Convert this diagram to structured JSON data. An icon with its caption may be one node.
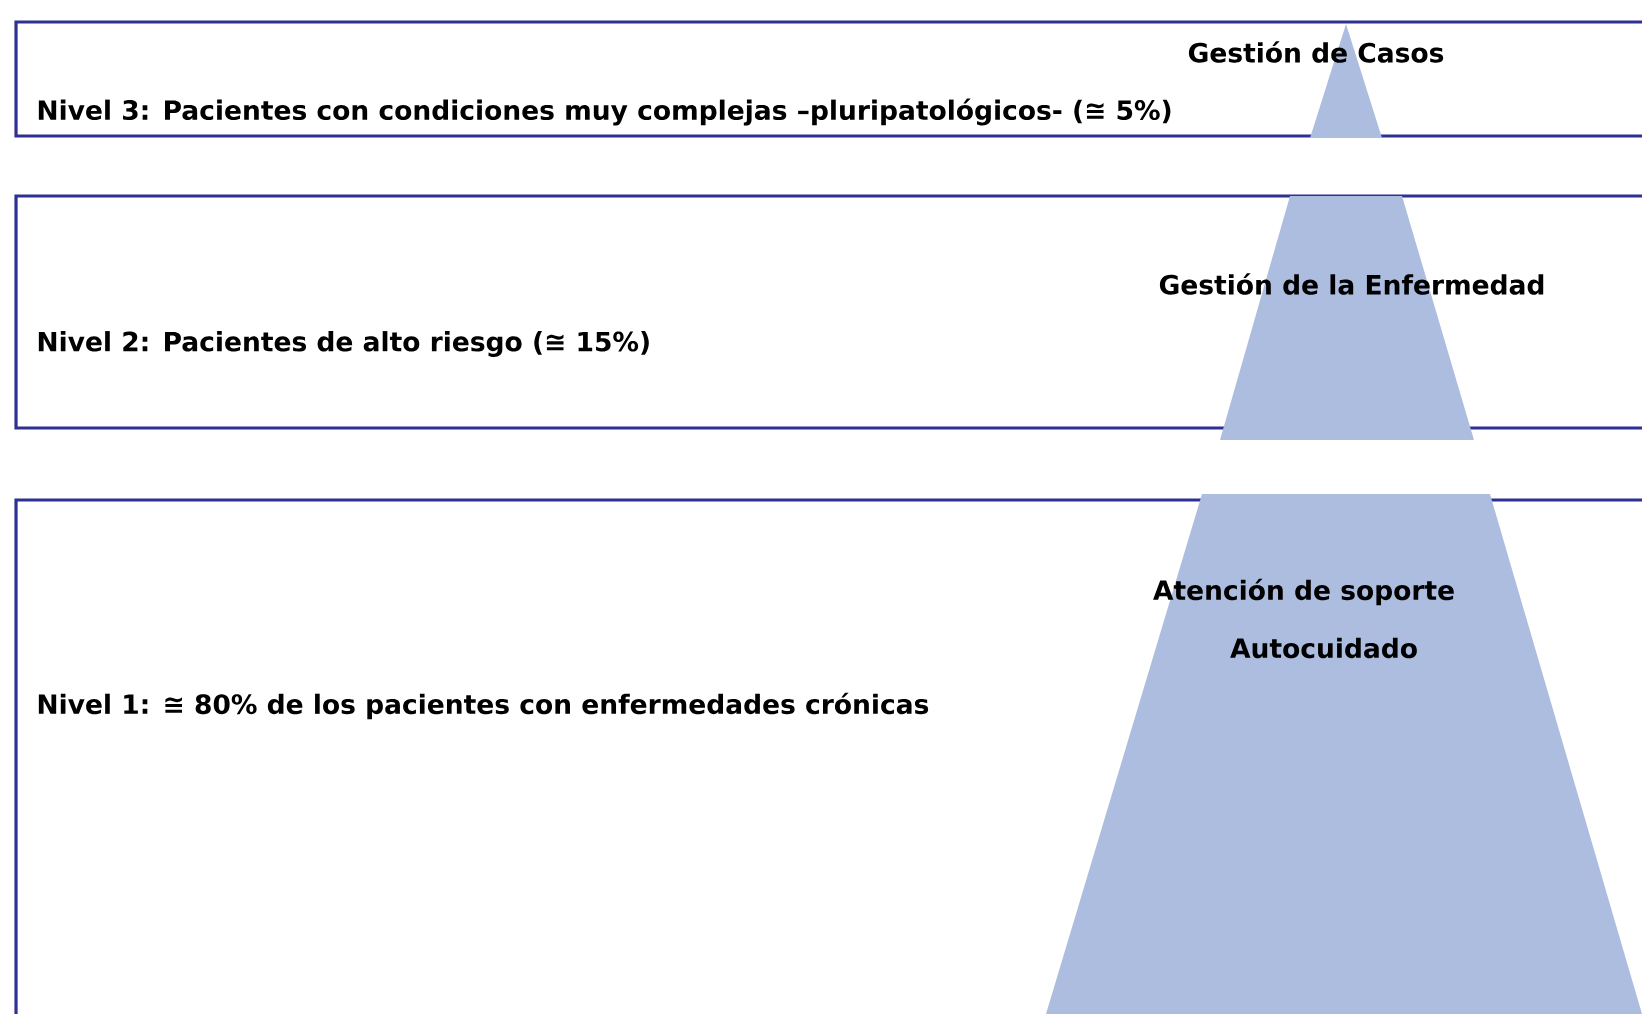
{
  "diagram": {
    "nodes": [
      {
        "text": [
          "Nivel 3: Pacientes con condiciones muy complejas –pluripatológicos- (≅ 5%)"
        ]
      },
      {
        "text": [
          "Nivel 2: Pacientes de alto riesgo (≅ 15%)"
        ]
      },
      {
        "text": [
          "Nivel 1: ≅ 80% de los pacientes con enfermedades crónicas"
        ]
      },
      {
        "text": [
          "Gestión de Casos"
        ],
        "in": 0
      },
      {
        "text": [
          "Gestión de la Enfermedad"
        ],
        "in": 1
      },
      {
        "text": [
          "Atención de soporte",
          "Autocuidado"
        ],
        "in": 2
      }
    ]
  }
}
